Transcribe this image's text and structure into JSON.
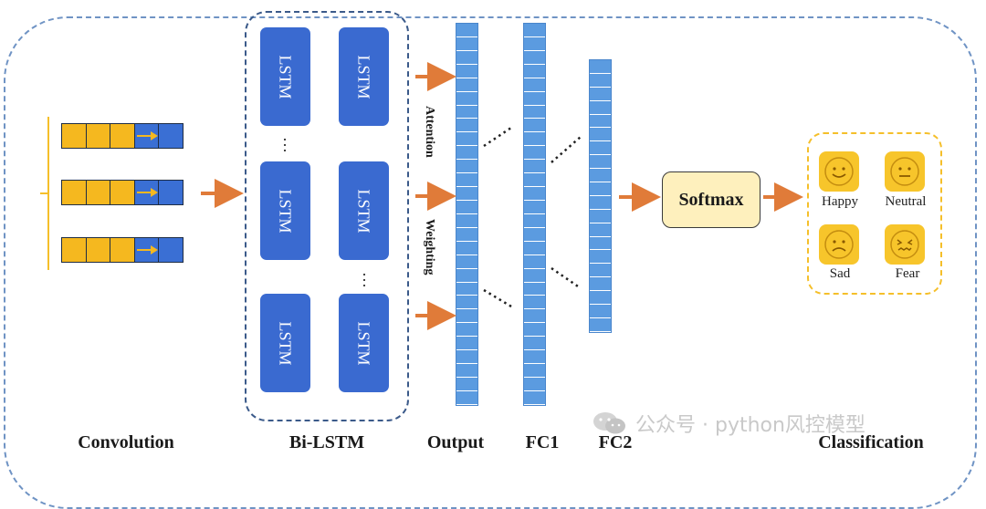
{
  "diagram": {
    "lstm_label": "LSTM",
    "attention_label": "Attention",
    "weighting_label": "Weighting",
    "softmax_label": "Softmax",
    "classes": [
      {
        "label": "Happy",
        "icon": "happy-face-icon"
      },
      {
        "label": "Neutral",
        "icon": "neutral-face-icon"
      },
      {
        "label": "Sad",
        "icon": "sad-face-icon"
      },
      {
        "label": "Fear",
        "icon": "fear-face-icon"
      }
    ],
    "stage_labels": {
      "convolution": "Convolution",
      "bilstm": "Bi-LSTM",
      "output": "Output",
      "fc1": "FC1",
      "fc2": "FC2",
      "classification": "Classification"
    },
    "colors": {
      "frame": "#6f93c4",
      "conv_yellow": "#f5b81f",
      "conv_blue": "#3a6fd4",
      "lstm_blue": "#3a6ad0",
      "column_blue": "#5b9be0",
      "arrow_orange": "#e07b39",
      "softmax_fill": "#fef0bd",
      "class_border": "#f5bf2a"
    }
  },
  "watermark": {
    "text": "公众号 · python风控模型",
    "icon": "wechat-icon"
  }
}
